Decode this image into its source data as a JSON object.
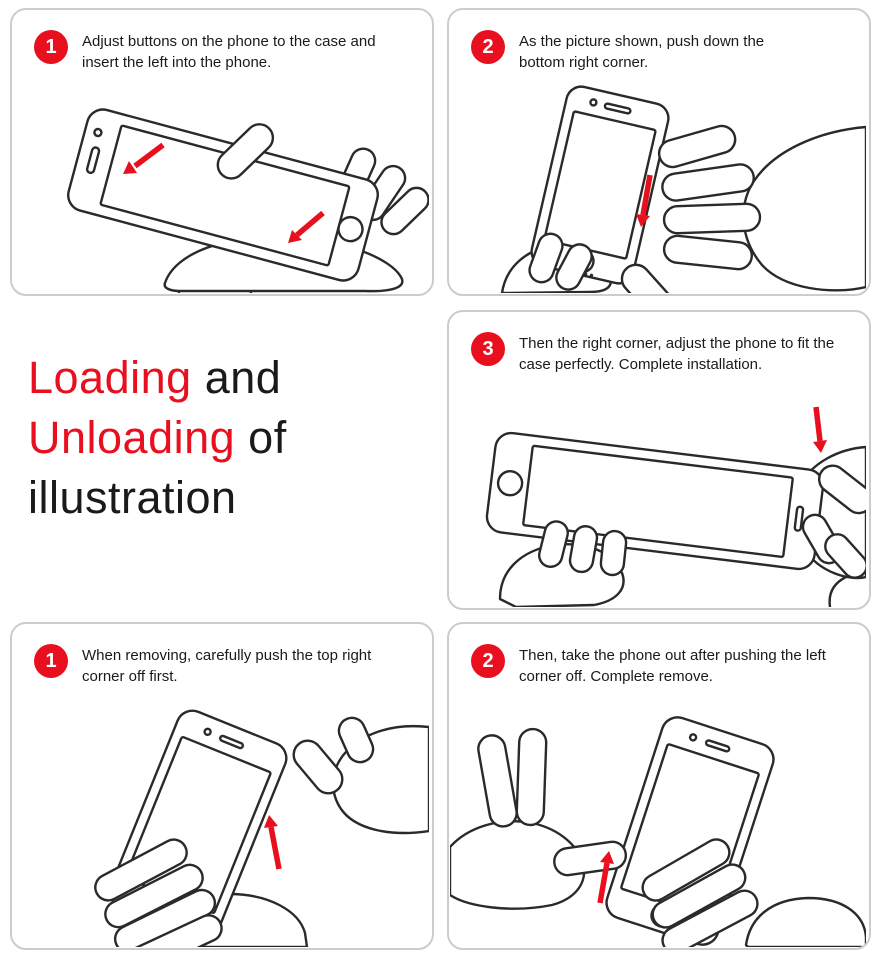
{
  "colors": {
    "accent": "#e8101e",
    "panel_border": "#cccccc",
    "line_art": "#2a2a2a",
    "text": "#1a1a1a"
  },
  "title": {
    "line1_red": "Loading",
    "line1_black": "and",
    "line2_red": "Unloading",
    "line2_black": "of",
    "line3_black": "illustration"
  },
  "install_steps": [
    {
      "number": "1",
      "text": "Adjust buttons on the phone to the case and insert the left into the phone."
    },
    {
      "number": "2",
      "text": "As the picture shown, push down the bottom right corner."
    },
    {
      "number": "3",
      "text": "Then the right corner, adjust the phone to fit the case perfectly. Complete installation."
    }
  ],
  "remove_steps": [
    {
      "number": "1",
      "text": "When removing, carefully push the top right corner off first."
    },
    {
      "number": "2",
      "text": "Then, take the phone out after pushing the left corner off.  Complete remove."
    }
  ]
}
